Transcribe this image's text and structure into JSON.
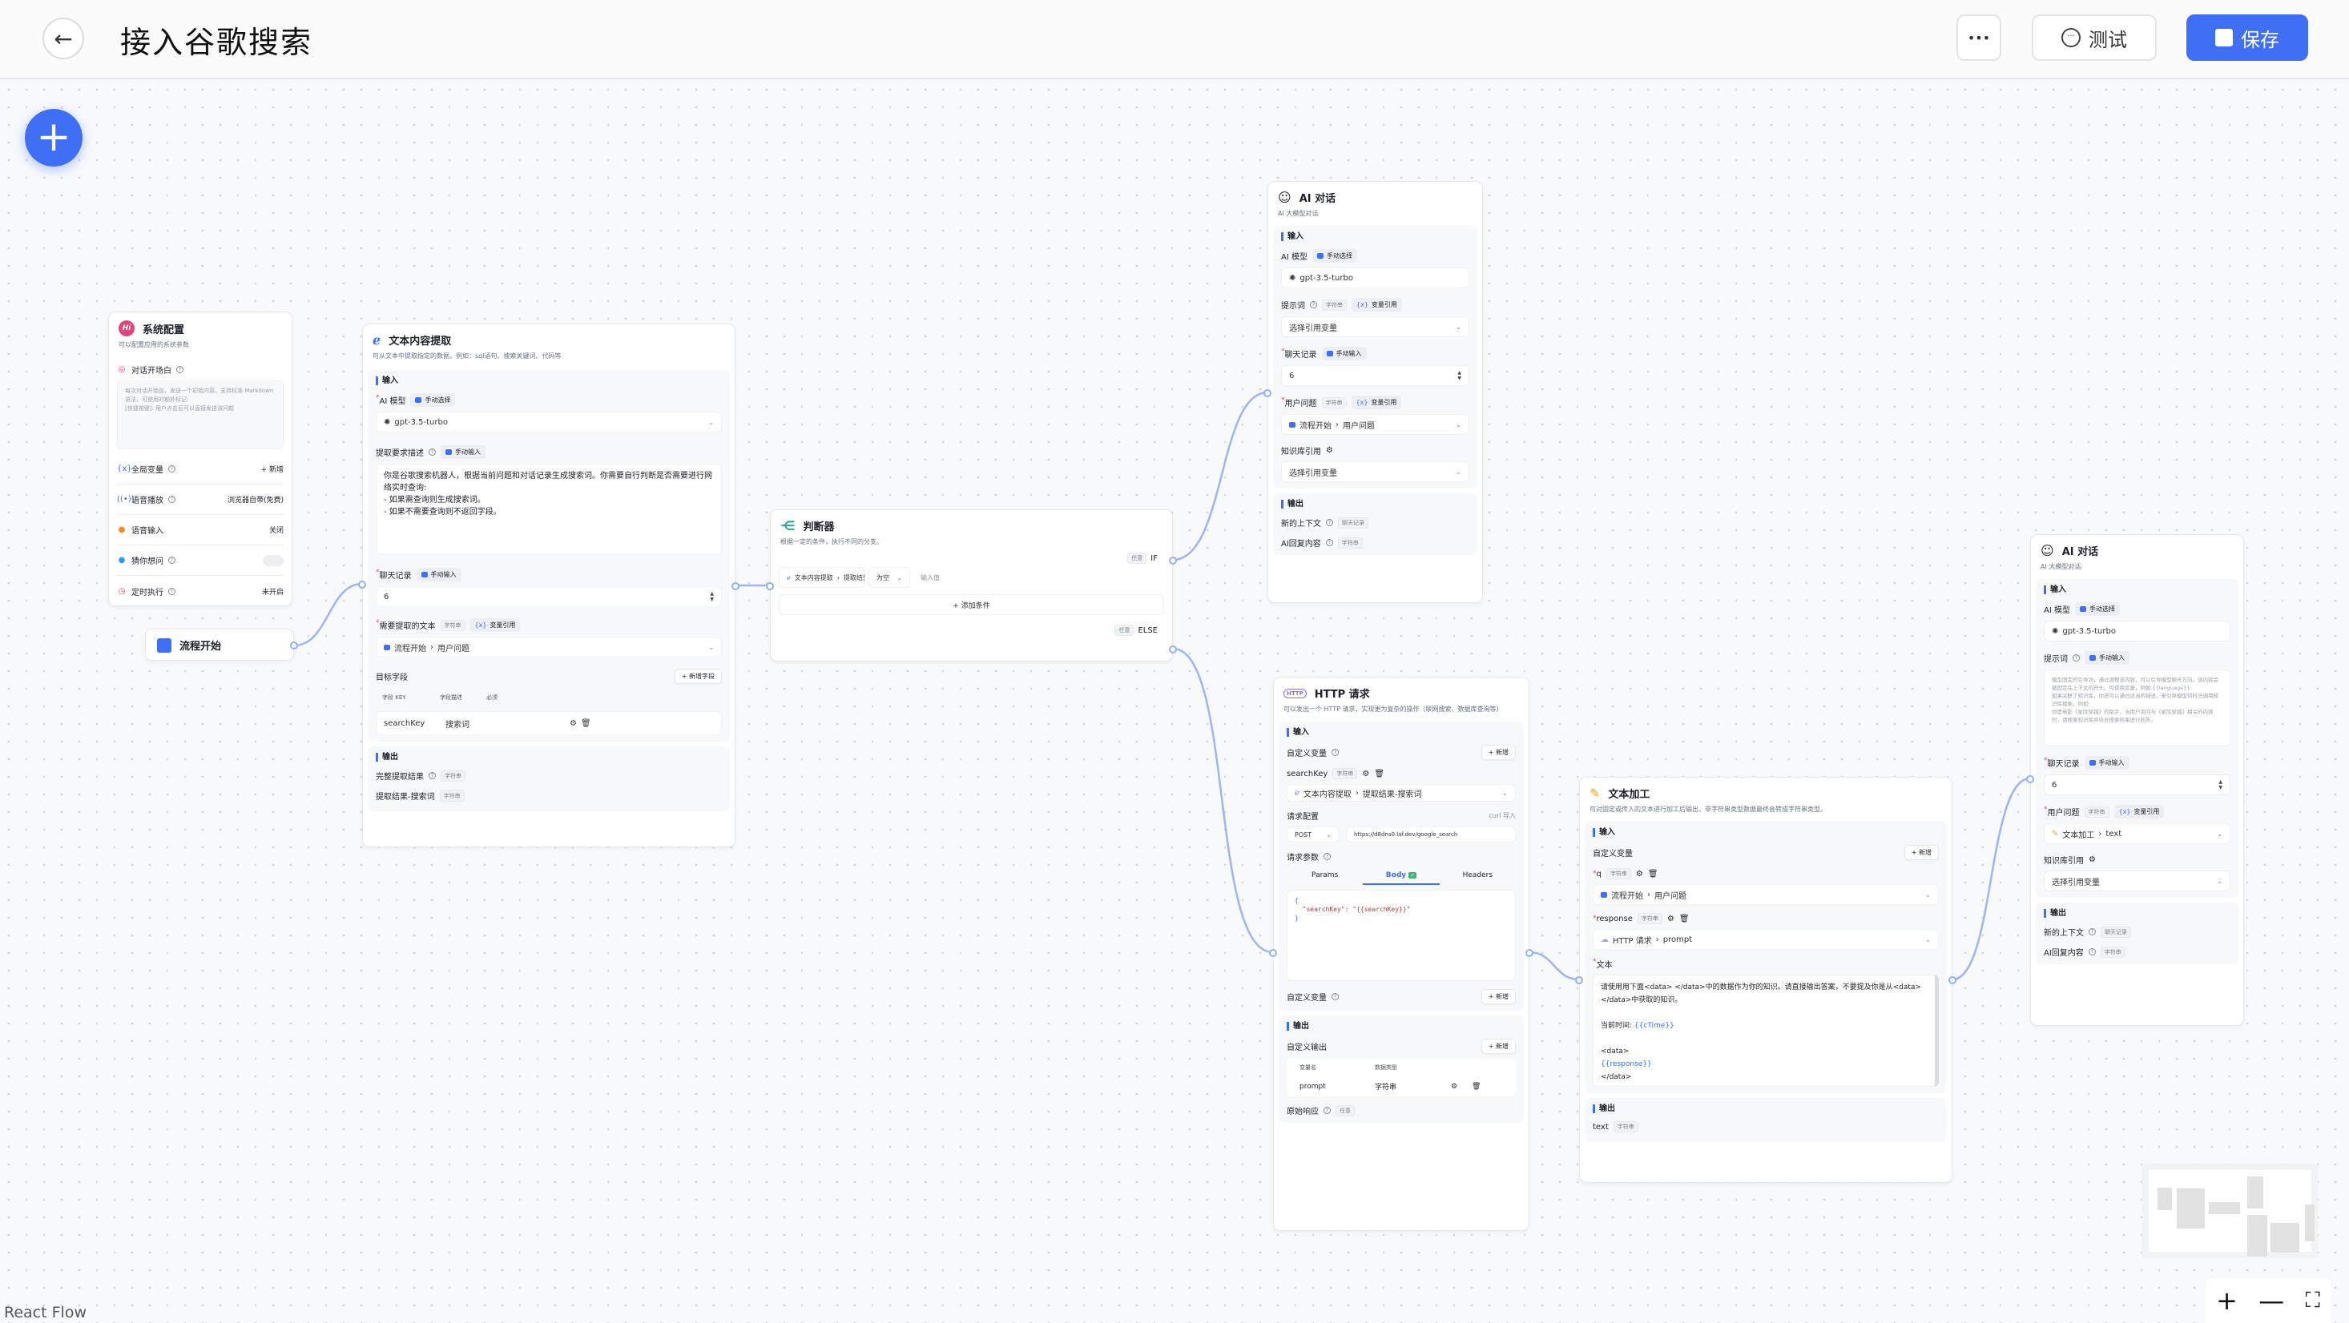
{
  "header": {
    "title": "接入谷歌搜索",
    "more_label": "•••",
    "test_label": "测试",
    "save_label": "保存"
  },
  "colors": {
    "primary": "#3f6ff5",
    "handle": "#8fb0f5",
    "edge": "#9db5f5",
    "required": "#e5484d"
  },
  "icons": {
    "back": "arrow-left-icon",
    "more": "ellipsis-icon",
    "test": "chat-bubble-icon",
    "save": "floppy-disk-icon",
    "add": "plus-icon"
  },
  "common": {
    "input": "输入",
    "output": "输出",
    "string": "字符串",
    "manual_select": "手动选择",
    "manual_input": "手动输入",
    "var_ref": "变量引用",
    "add": "+ 新增",
    "any": "任意",
    "chat_history": "聊天记录",
    "select_var": "选择引用变量",
    "sep": "›"
  },
  "system_config": {
    "title": "系统配置",
    "desc": "可以配置应用的系统参数",
    "welcome_label": "对话开场白",
    "welcome_placeholder": "每次对话开始前，发送一个初始内容。支持标准 Markdown 语法，可使用的额外标记:\n[快捷按键]: 用户点击后可以直接发送该问题",
    "rows": [
      {
        "label": "全局变量",
        "value": "+ 新增"
      },
      {
        "label": "语音播放",
        "value": "浏览器自带(免费)"
      },
      {
        "label": "语音输入",
        "value": "关闭"
      },
      {
        "label": "猜你想问",
        "toggle_on": false
      },
      {
        "label": "定时执行",
        "value": "未开启"
      }
    ]
  },
  "flow_start": {
    "title": "流程开始"
  },
  "extract": {
    "title": "文本内容提取",
    "desc": "可从文本中提取指定的数据，例如：sql语句、搜索关键词、代码等",
    "model_label": "AI 模型",
    "model": "gpt-3.5-turbo",
    "desc_label": "提取要求描述",
    "prompt": "你是谷歌搜索机器人，根据当前问题和对话记录生成搜索词。你需要自行判断是否需要进行网络实时查询:\n- 如果需查询则生成搜索词。\n- 如果不需要查询则不返回字段。",
    "history_value": "6",
    "text_label": "需要提取的文本",
    "text_ref": [
      "流程开始",
      "用户问题"
    ],
    "target_label": "目标字段",
    "add_field": "+ 新增字段",
    "table_headers": [
      "字段 KEY",
      "字段描述",
      "必须"
    ],
    "table_rows": [
      {
        "key": "searchKey",
        "desc": "搜索词"
      }
    ],
    "outputs": [
      {
        "label": "完整提取结果",
        "type": "字符串"
      },
      {
        "label": "提取结果-搜索词",
        "type": "字符串"
      }
    ]
  },
  "judge": {
    "title": "判断器",
    "desc": "根据一定的条件，执行不同的分支。",
    "if_label": "IF",
    "else_label": "ELSE",
    "condition": {
      "var": [
        "文本内容提取",
        "提取结果-搜索词"
      ],
      "op": "为空",
      "value_placeholder": "输入值"
    },
    "add_condition": "+ 添加条件"
  },
  "ai_chat_1": {
    "title": "AI 对话",
    "desc": "AI 大模型对话",
    "model_label": "AI 模型",
    "model": "gpt-3.5-turbo",
    "prompt_label": "提示词",
    "history_value": "6",
    "question_label": "用户问题",
    "question_ref": [
      "流程开始",
      "用户问题"
    ],
    "kb_label": "知识库引用",
    "outputs": [
      {
        "label": "新的上下文",
        "type": "聊天记录"
      },
      {
        "label": "AI回复内容",
        "type": "字符串"
      }
    ]
  },
  "http": {
    "title": "HTTP 请求",
    "desc": "可以发出一个 HTTP 请求，实现更为复杂的操作（联网搜索、数据库查询等）",
    "custom_var_label": "自定义变量",
    "var_name": "searchKey",
    "var_ref": [
      "文本内容提取",
      "提取结果-搜索词"
    ],
    "req_config_label": "请求配置",
    "curl_import": "curl 导入",
    "method": "POST",
    "url": "https://d8dns0.laf.dev/google_search",
    "params_label": "请求参数",
    "tabs": [
      {
        "label": "Params",
        "active": false
      },
      {
        "label": "Body",
        "active": true,
        "checked": true
      },
      {
        "label": "Headers",
        "active": false
      }
    ],
    "body_lines": [
      "{",
      "  \"searchKey\": \"{{searchKey}}\"",
      "}"
    ],
    "custom_output_label": "自定义输出",
    "output_headers": [
      "变量名",
      "数据类型"
    ],
    "output_rows": [
      {
        "name": "prompt",
        "type": "字符串"
      }
    ],
    "raw_response_label": "原始响应",
    "raw_response_type": "任意"
  },
  "text_process": {
    "title": "文本加工",
    "desc": "可对固定或传入的文本进行加工后输出，非字符串类型数据最终会转成字符串类型。",
    "custom_var_label": "自定义变量",
    "vars": [
      {
        "name": "q",
        "ref": [
          "流程开始",
          "用户问题"
        ]
      },
      {
        "name": "response",
        "ref": [
          "HTTP 请求",
          "prompt"
        ]
      }
    ],
    "text_label": "文本",
    "text_line1": "请使用用下面<data> </data>中的数据作为你的知识。请直接输出答案，不要提及你是从<data> </data>中获取的知识。",
    "time_label": "当前时间:",
    "time_var": "{{cTime}}",
    "data_open": "<data>",
    "response_var": "{{response}}",
    "data_close": "</data>",
    "output_name": "text"
  },
  "ai_chat_2": {
    "title": "AI 对话",
    "desc": "AI 大模型对话",
    "model_label": "AI 模型",
    "model": "gpt-3.5-turbo",
    "prompt_label": "提示词",
    "prompt_placeholder": "模型固定的引导词，通过调整该内容，可以引导模型聊天方向。该内容会被固定在上下文的开头。可使用变量，例如 {{language}}\n如果关联了知识库，你还可以通过适当的描述，来引导模型何时去调用知识库搜索。例如:\n你是电影《星际穿越》的助手，当用户询问与《星际穿越》相关的内容时，请搜索知识库并结合搜索结果进行回答。",
    "history_value": "6",
    "question_label": "用户问题",
    "question_ref": [
      "文本加工",
      "text"
    ],
    "kb_label": "知识库引用",
    "outputs": [
      {
        "label": "新的上下文",
        "type": "聊天记录"
      },
      {
        "label": "AI回复内容",
        "type": "字符串"
      }
    ]
  },
  "controls": {
    "zoom_in": "+",
    "zoom_out": "—",
    "fit": "⛶"
  },
  "footer": {
    "attribution": "React Flow"
  }
}
